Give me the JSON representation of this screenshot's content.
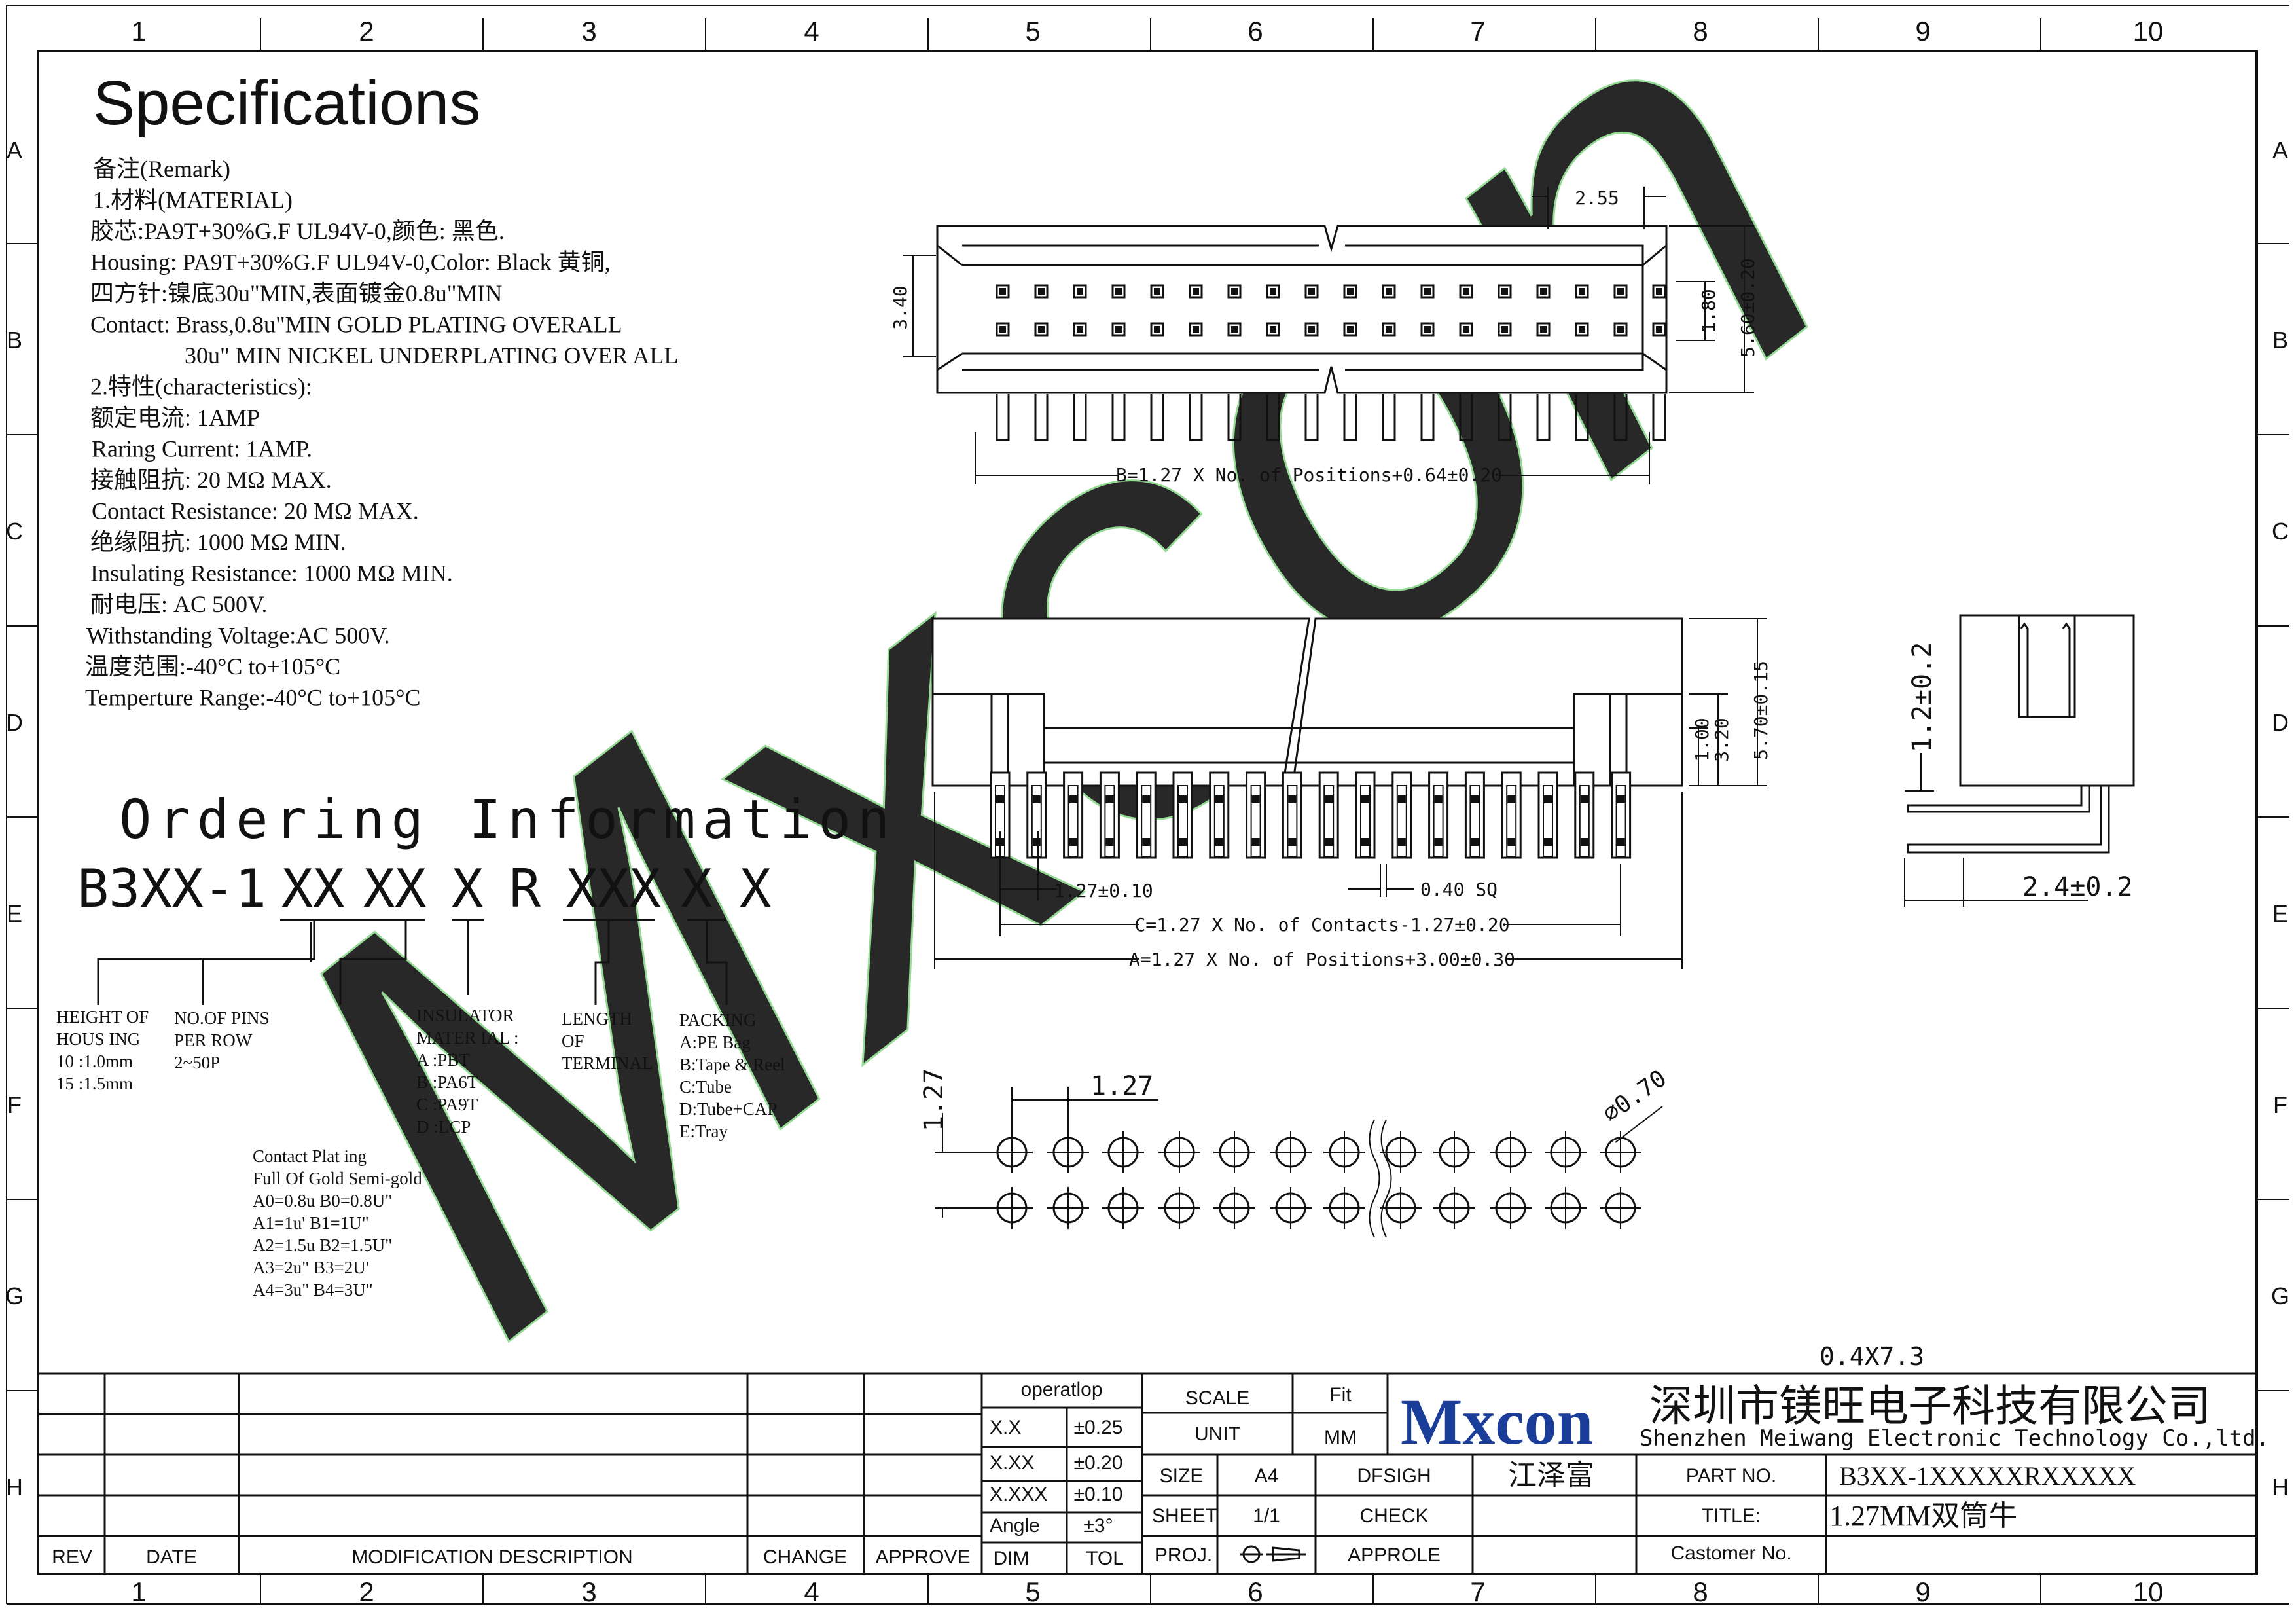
{
  "grid": {
    "columns": [
      "1",
      "2",
      "3",
      "4",
      "5",
      "6",
      "7",
      "8",
      "9",
      "10"
    ],
    "rows": [
      "A",
      "B",
      "C",
      "D",
      "E",
      "F",
      "G",
      "H"
    ]
  },
  "specifications": {
    "title": "Specifications",
    "lines": [
      "备注(Remark)",
      "1.材料(MATERIAL)",
      "胶芯:PA9T+30%G.F UL94V-0,颜色: 黑色.",
      "Housing: PA9T+30%G.F UL94V-0,Color: Black 黄铜,",
      "四方针:镍底30u\"MIN,表面镀金0.8u\"MIN",
      "Contact: Brass,0.8u\"MIN GOLD PLATING OVERALL",
      "30u\" MIN NICKEL UNDERPLATING OVER ALL",
      "2.特性(characteristics):",
      "额定电流: 1AMP",
      "Raring Current: 1AMP.",
      "接触阻抗: 20 MΩ MAX.",
      "Contact Resistance: 20 MΩ MAX.",
      "绝缘阻抗: 1000 MΩ MIN.",
      "Insulating Resistance: 1000 MΩ MIN.",
      "耐电压: AC 500V.",
      "Withstanding Voltage:AC 500V.",
      "温度范围:-40°C to+105°C",
      "Temperture Range:-40°C to+105°C"
    ]
  },
  "ordering": {
    "title": "Ordering Information",
    "code_parts": [
      "B3XX-1",
      "XX",
      "XX",
      "X",
      "R",
      "XXX",
      "X",
      "X"
    ],
    "height": [
      "HEIGHT OF",
      "HOUS ING",
      "10 :1.0mm",
      "15 :1.5mm"
    ],
    "pins": [
      "NO.OF PINS",
      "PER ROW",
      "2~50P"
    ],
    "insulator": [
      "INSULATOR",
      "MATER IAL :",
      "A :PBT",
      "B :PA6T",
      "C :PA9T",
      "D :LCP"
    ],
    "length": [
      "LENGTH",
      "OF",
      "TERMINAL"
    ],
    "packing": [
      "PACKING",
      "A:PE Bag",
      "B:Tape & Reel",
      "C:Tube",
      "D:Tube+CAP",
      "E:Tray"
    ],
    "plating": [
      "Contact Plat ing",
      "Full Of Gold Semi-gold",
      "A0=0.8u B0=0.8U\"",
      "A1=1u' B1=1U\"",
      "A2=1.5u B2=1.5U\"",
      "A3=2u\" B3=2U'",
      "A4=3u\" B4=3U\""
    ]
  },
  "dimensions": {
    "top_pitch": "2.55",
    "top_height_left": "3.40",
    "top_row_pitch": "1.80",
    "top_width_total": "5.60±0.20",
    "dim_b": "B=1.27 X No. of Positions+0.64±0.20",
    "front_h1": "1.00",
    "front_h2": "3.20",
    "front_h3": "5.70±0.15",
    "pin_pitch": "1.27±0.10",
    "pin_sq": "0.40 SQ",
    "dim_c": "C=1.27 X No. of Contacts-1.27±0.20",
    "dim_a": "A=1.27 X No. of Positions+3.00±0.30",
    "side_h": "1.2±0.2",
    "side_w": "2.4±0.2",
    "pcb_pitch_x": "1.27",
    "pcb_pitch_y": "1.27",
    "pcb_hole": "⌀0.70",
    "note": "0.4X7.3"
  },
  "watermark": "Mxcon",
  "title_block": {
    "revision_headers": [
      "REV",
      "DATE",
      "MODIFICATION DESCRIPTION",
      "CHANGE",
      "APPROVE"
    ],
    "tolerance_header": "operatlop",
    "tolerances": [
      {
        "dim": "X.X",
        "tol": "±0.25"
      },
      {
        "dim": "X.XX",
        "tol": "±0.20"
      },
      {
        "dim": "X.XXX",
        "tol": "±0.10"
      },
      {
        "dim": "Angle",
        "tol": "±3°"
      }
    ],
    "dim_label": "DIM",
    "tol_label": "TOL",
    "scale_label": "SCALE",
    "scale_value": "Fit",
    "unit_label": "UNIT",
    "unit_value": "MM",
    "size_label": "SIZE",
    "size_value": "A4",
    "sheet_label": "SHEET",
    "sheet_value": "1/1",
    "proj_label": "PROJ.",
    "design_label": "DFSIGH",
    "designer": "江泽富",
    "check_label": "CHECK",
    "approve_label": "APPROLE",
    "logo": "Mxcon",
    "company_cn": "深圳市镁旺电子科技有限公司",
    "company_en": "Shenzhen Meiwang Electronic Technology Co.,ltd.",
    "part_no_label": "PART NO.",
    "part_no": "B3XX-1XXXXXRXXXXX",
    "title_label": "TITLE:",
    "title_value": "1.27MM双筒牛",
    "customer_label": "Castomer No.",
    "customer_value": ""
  }
}
